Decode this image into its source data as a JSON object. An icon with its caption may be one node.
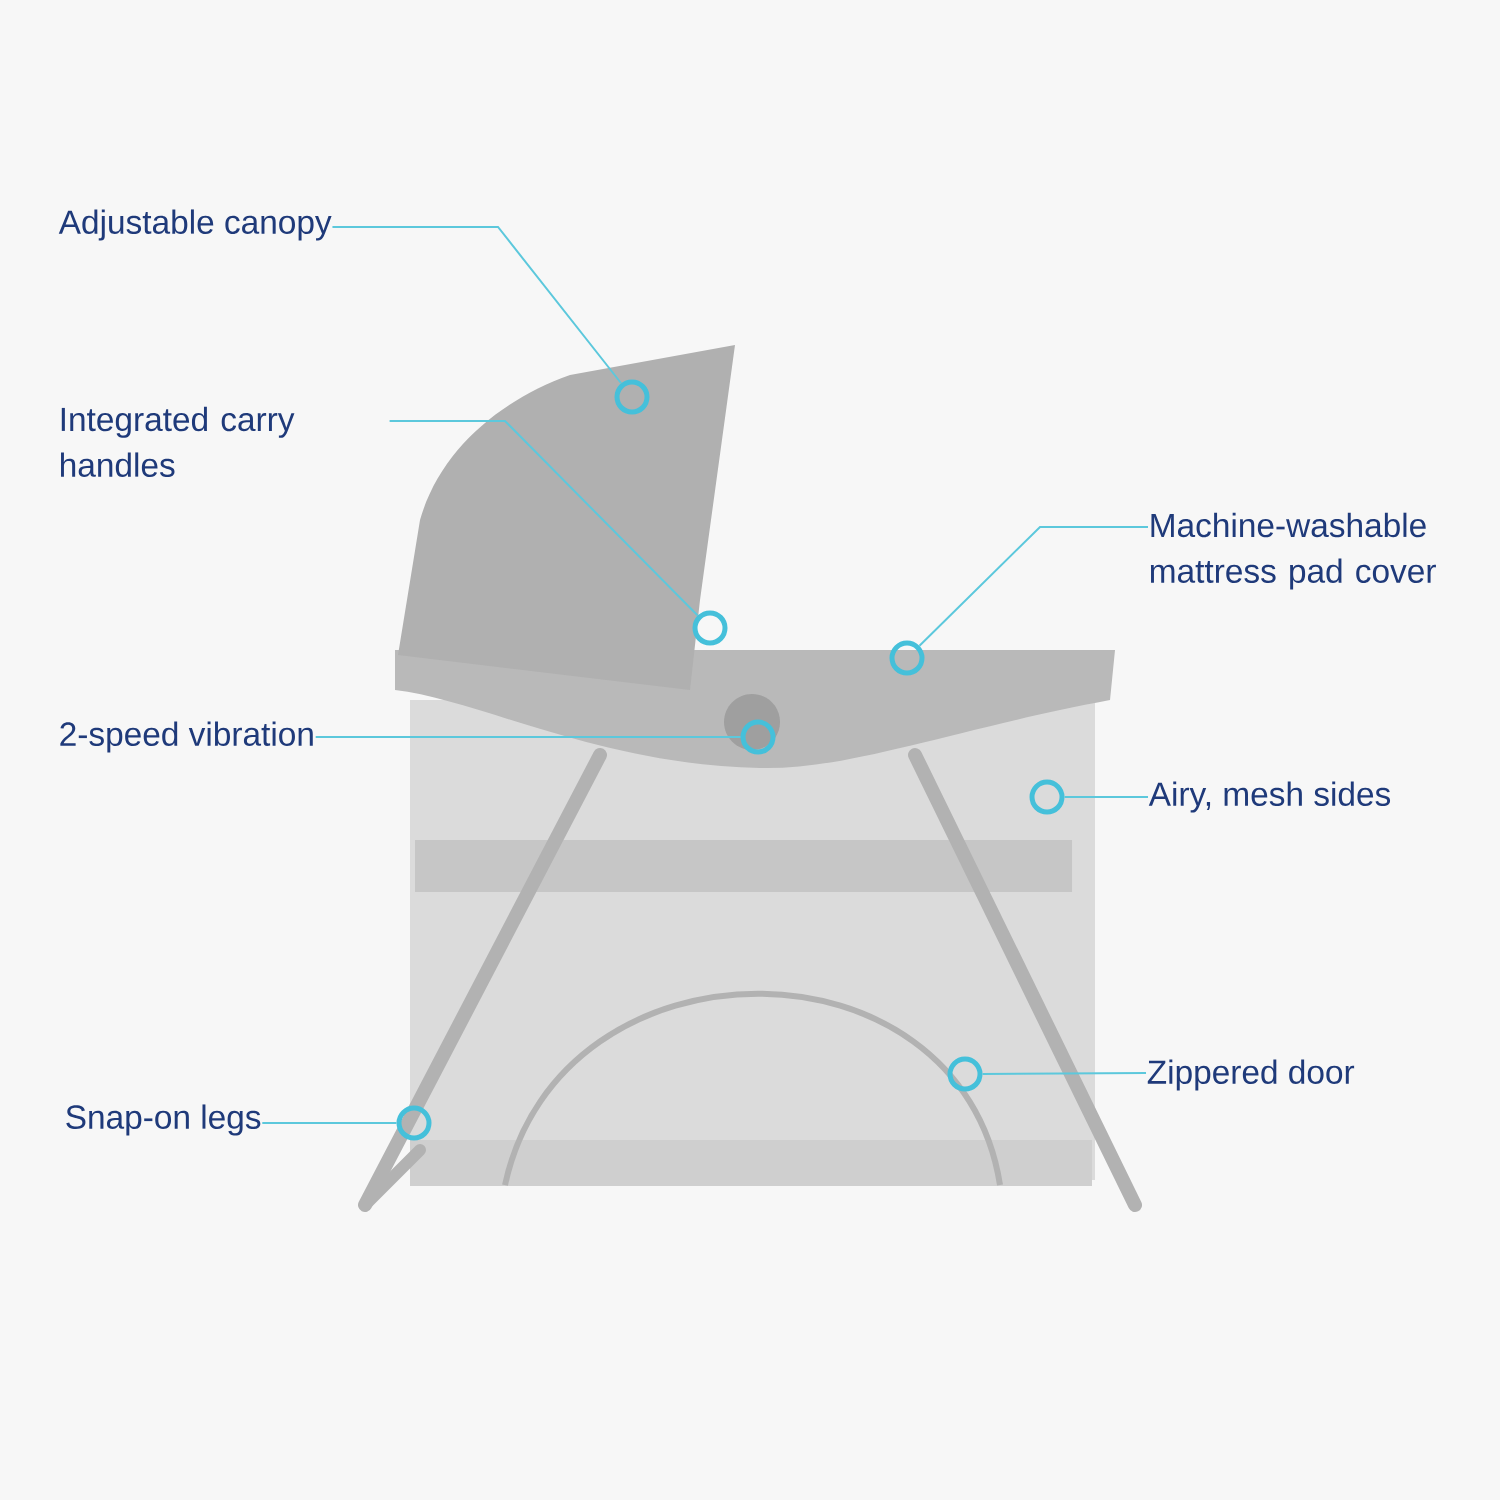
{
  "diagram": {
    "nodes": [
      {
        "text": [
          "Adjustable canopy"
        ]
      },
      {
        "text": [],
        "shape": "circle"
      },
      {
        "text": [
          "Integrated carry handles"
        ]
      },
      {
        "text": [],
        "shape": "circle"
      },
      {
        "text": [
          "Machine-washable mattress pad cover"
        ]
      },
      {
        "text": [],
        "shape": "circle"
      },
      {
        "text": [
          "2-speed vibration"
        ]
      },
      {
        "text": [],
        "shape": "circle"
      },
      {
        "text": [
          "Airy, mesh sides"
        ]
      },
      {
        "text": [],
        "shape": "circle"
      },
      {
        "text": [
          "Zippered door"
        ]
      },
      {
        "text": [],
        "shape": "circle"
      },
      {
        "text": [
          "Snap-on legs"
        ]
      },
      {
        "text": [],
        "shape": "circle"
      }
    ],
    "edges": [
      {
        "from": 0,
        "to": 1,
        "arrow": "none"
      },
      {
        "from": 2,
        "to": 3,
        "arrow": "none"
      },
      {
        "from": 4,
        "to": 5,
        "arrow": "none"
      },
      {
        "from": 6,
        "to": 7,
        "arrow": "none"
      },
      {
        "from": 8,
        "to": 9,
        "arrow": "none"
      },
      {
        "from": 10,
        "to": 11,
        "arrow": "none"
      },
      {
        "from": 12,
        "to": 13,
        "arrow": "none"
      }
    ]
  }
}
